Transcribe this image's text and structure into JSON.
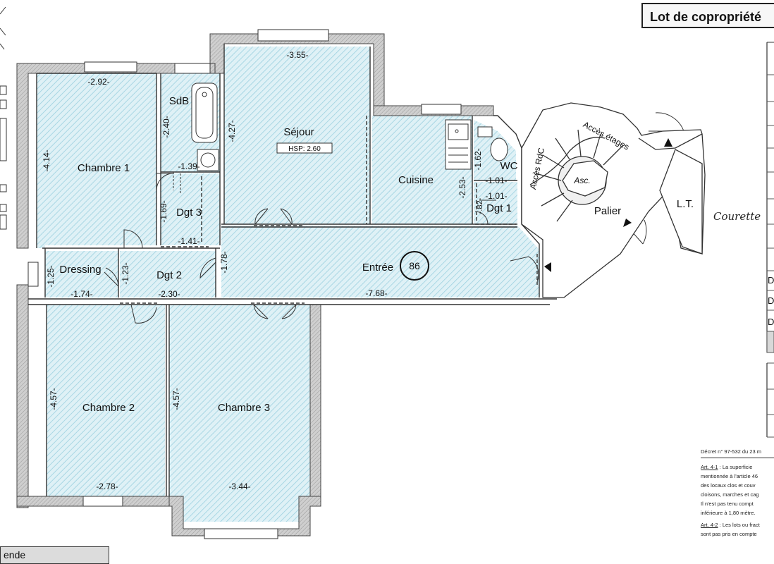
{
  "panel": {
    "title": "Lot de copropriété",
    "table_rows": [
      "D",
      "D",
      "D"
    ]
  },
  "legend": {
    "label": "ende"
  },
  "decret": {
    "title": "Décret n° 97-532 du 23 m",
    "art1_ref": "Art. 4-1",
    "art1_lines": [
      " : La superficie",
      "mentionnée à l'article 46",
      "des locaux clos et couv",
      "cloisons, marches et cag",
      "Il n'est pas tenu compt",
      "inférieure à 1,80 mètre."
    ],
    "art2_ref": "Art. 4-2",
    "art2_lines": [
      " : Les lots ou fract",
      "sont pas pris en compte"
    ]
  },
  "plan": {
    "lot_number": "86",
    "hsp": "HSP:  2.60",
    "courette": "Courette",
    "rooms": {
      "chambre1": "Chambre 1",
      "sdb": "SdB",
      "sejour": "Séjour",
      "cuisine": "Cuisine",
      "wc": "WC",
      "dgt1": "Dgt 1",
      "dgt2": "Dgt 2",
      "dgt3": "Dgt 3",
      "dressing": "Dressing",
      "entree": "Entrée",
      "chambre2": "Chambre 2",
      "chambre3": "Chambre 3",
      "palier": "Palier",
      "lt": "L.T.",
      "asc": "Asc.",
      "acces_rdc": "Accès RdC",
      "acces_etages": "Accès étages"
    },
    "dims": {
      "ch1_w": "-2.92-",
      "ch1_h": "-4.14-",
      "sdb_h": "-2.40-",
      "sdb_w": "-1.39-",
      "sejour_w": "-3.55-",
      "sejour_h": "-4.27-",
      "cuisine_h": "-2.53-",
      "wc_h": "-1.62-",
      "wc_w": "-1.01-",
      "dgt1_w": "-1.01-",
      "dgt1_h": "-.82-",
      "dgt3_h": "-1.69-",
      "dgt3_w": "-1.41-",
      "dressing_h": "-1.25-",
      "dressing_w": "-1.74-",
      "dgt2_h": "-1.23-",
      "dgt2_w": "-2.30-",
      "entree_h": "-1.78-",
      "entree_w": "-7.68-",
      "ch2_h": "-4.57-",
      "ch2_w": "-2.78-",
      "ch3_h": "-4.57-",
      "ch3_w": "-3.44-"
    }
  }
}
